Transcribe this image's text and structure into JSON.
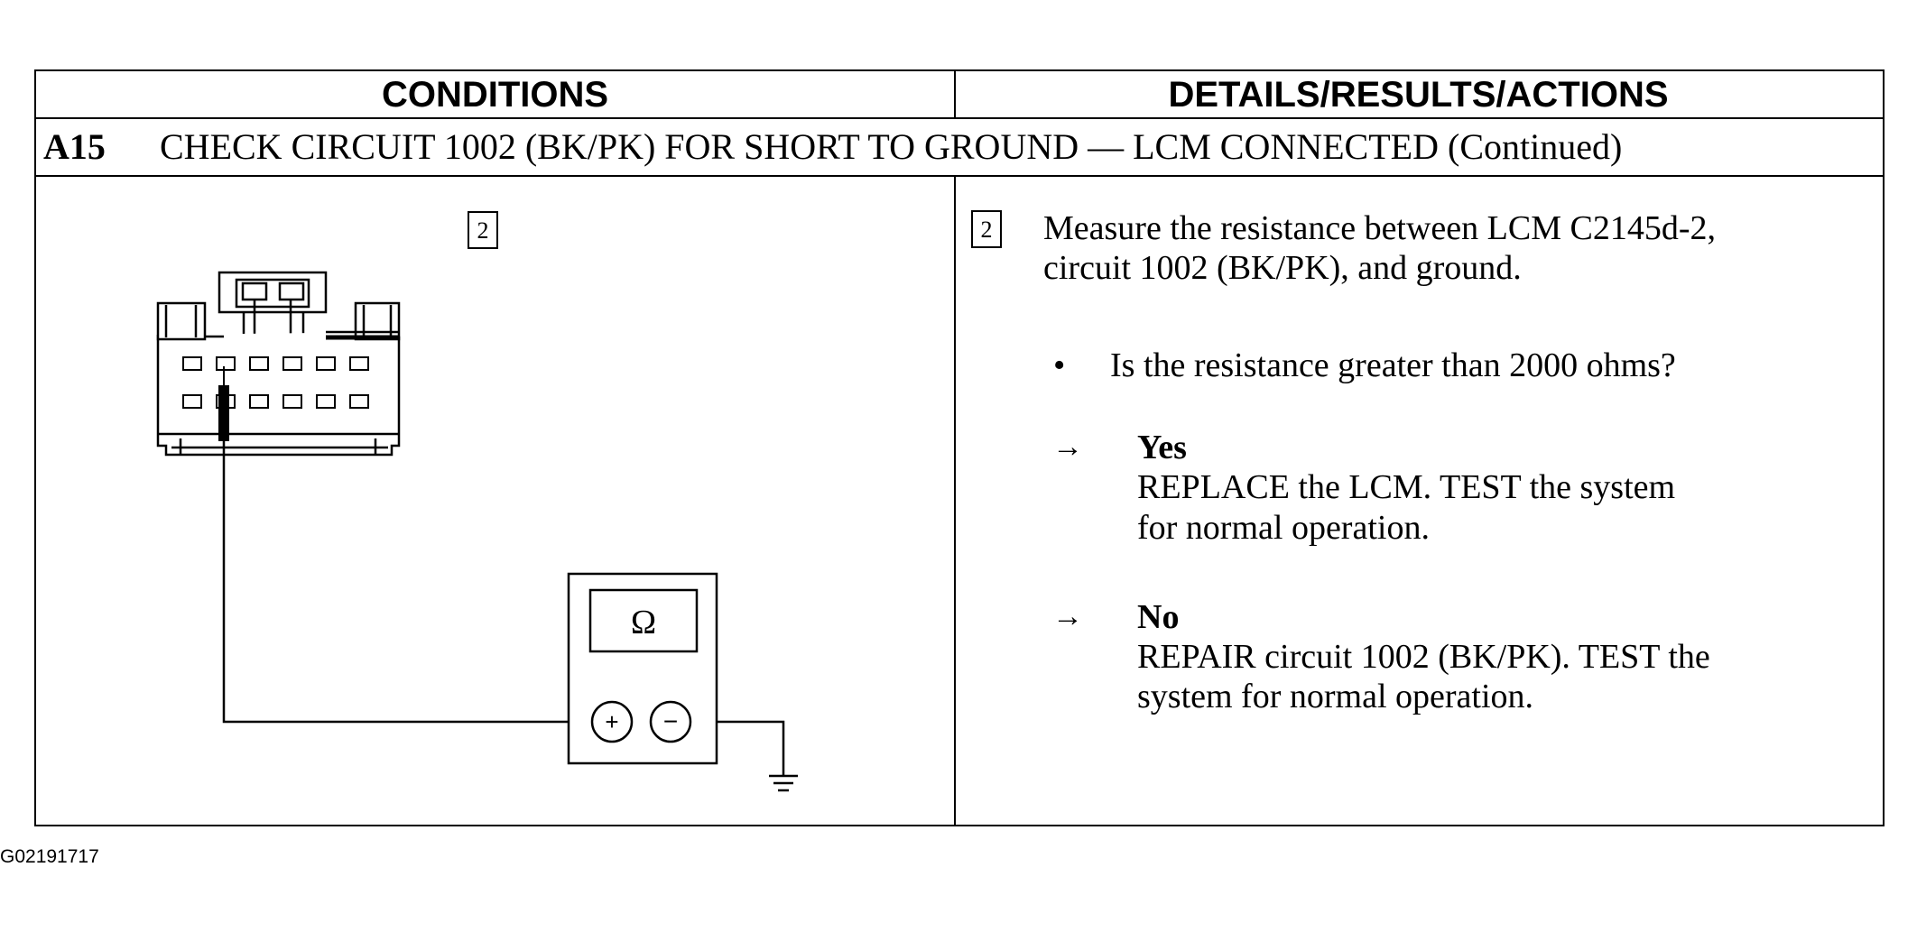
{
  "table": {
    "col_conditions": "CONDITIONS",
    "col_details": "DETAILS/RESULTS/ACTIONS",
    "step_number": "A15",
    "step_title": "CHECK CIRCUIT 1002 (BK/PK) FOR SHORT TO GROUND — LCM CONNECTED (Continued)"
  },
  "diagram": {
    "step_box": "2",
    "meter_symbol": "Ω",
    "plus_symbol": "+",
    "minus_symbol": "−"
  },
  "details": {
    "step_box": "2",
    "instruction_line1": "Measure the resistance between LCM C2145d-2,",
    "instruction_line2": "circuit 1002 (BK/PK), and ground.",
    "bullet": "•",
    "question": "Is the resistance greater than 2000 ohms?",
    "arrow": "→",
    "yes_label": "Yes",
    "yes_line1": "REPLACE the LCM.  TEST the system",
    "yes_line2": "for normal operation.",
    "no_label": "No",
    "no_line1": "REPAIR circuit 1002 (BK/PK). TEST the",
    "no_line2": "system for normal operation."
  },
  "figure_id": "G02191717"
}
